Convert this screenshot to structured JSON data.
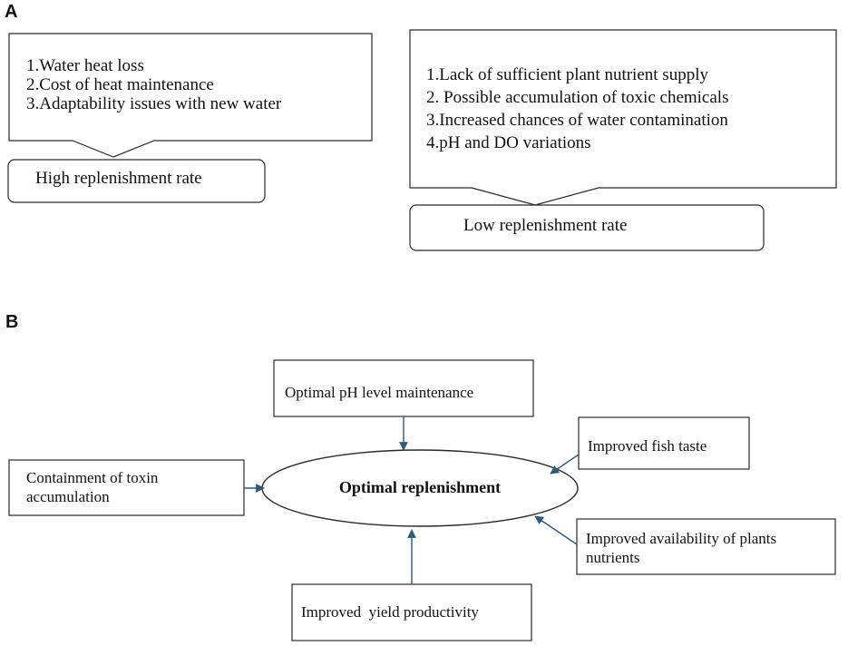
{
  "panel_a": {
    "label": "A",
    "high": {
      "effects": [
        "1.Water heat loss",
        "2.Cost of heat maintenance",
        "3.Adaptability issues with new water"
      ],
      "label": "High replenishment rate"
    },
    "low": {
      "effects": [
        "1.Lack of sufficient plant nutrient supply",
        "2. Possible accumulation of toxic chemicals",
        "3.Increased chances of water contamination",
        "4.pH and DO variations"
      ],
      "label": "Low replenishment rate"
    }
  },
  "panel_b": {
    "label": "B",
    "center": "Optimal replenishment",
    "nodes": {
      "top": "Optimal pH level maintenance",
      "right_top": "Improved fish taste",
      "left": [
        "Containment of toxin",
        "accumulation"
      ],
      "right_bottom": [
        "Improved availability of plants",
        "nutrients"
      ],
      "bottom": "Improved  yield productivity"
    }
  },
  "colors": {
    "box_stroke": "#2a2a2a",
    "arrow": "#2f5a7a"
  }
}
